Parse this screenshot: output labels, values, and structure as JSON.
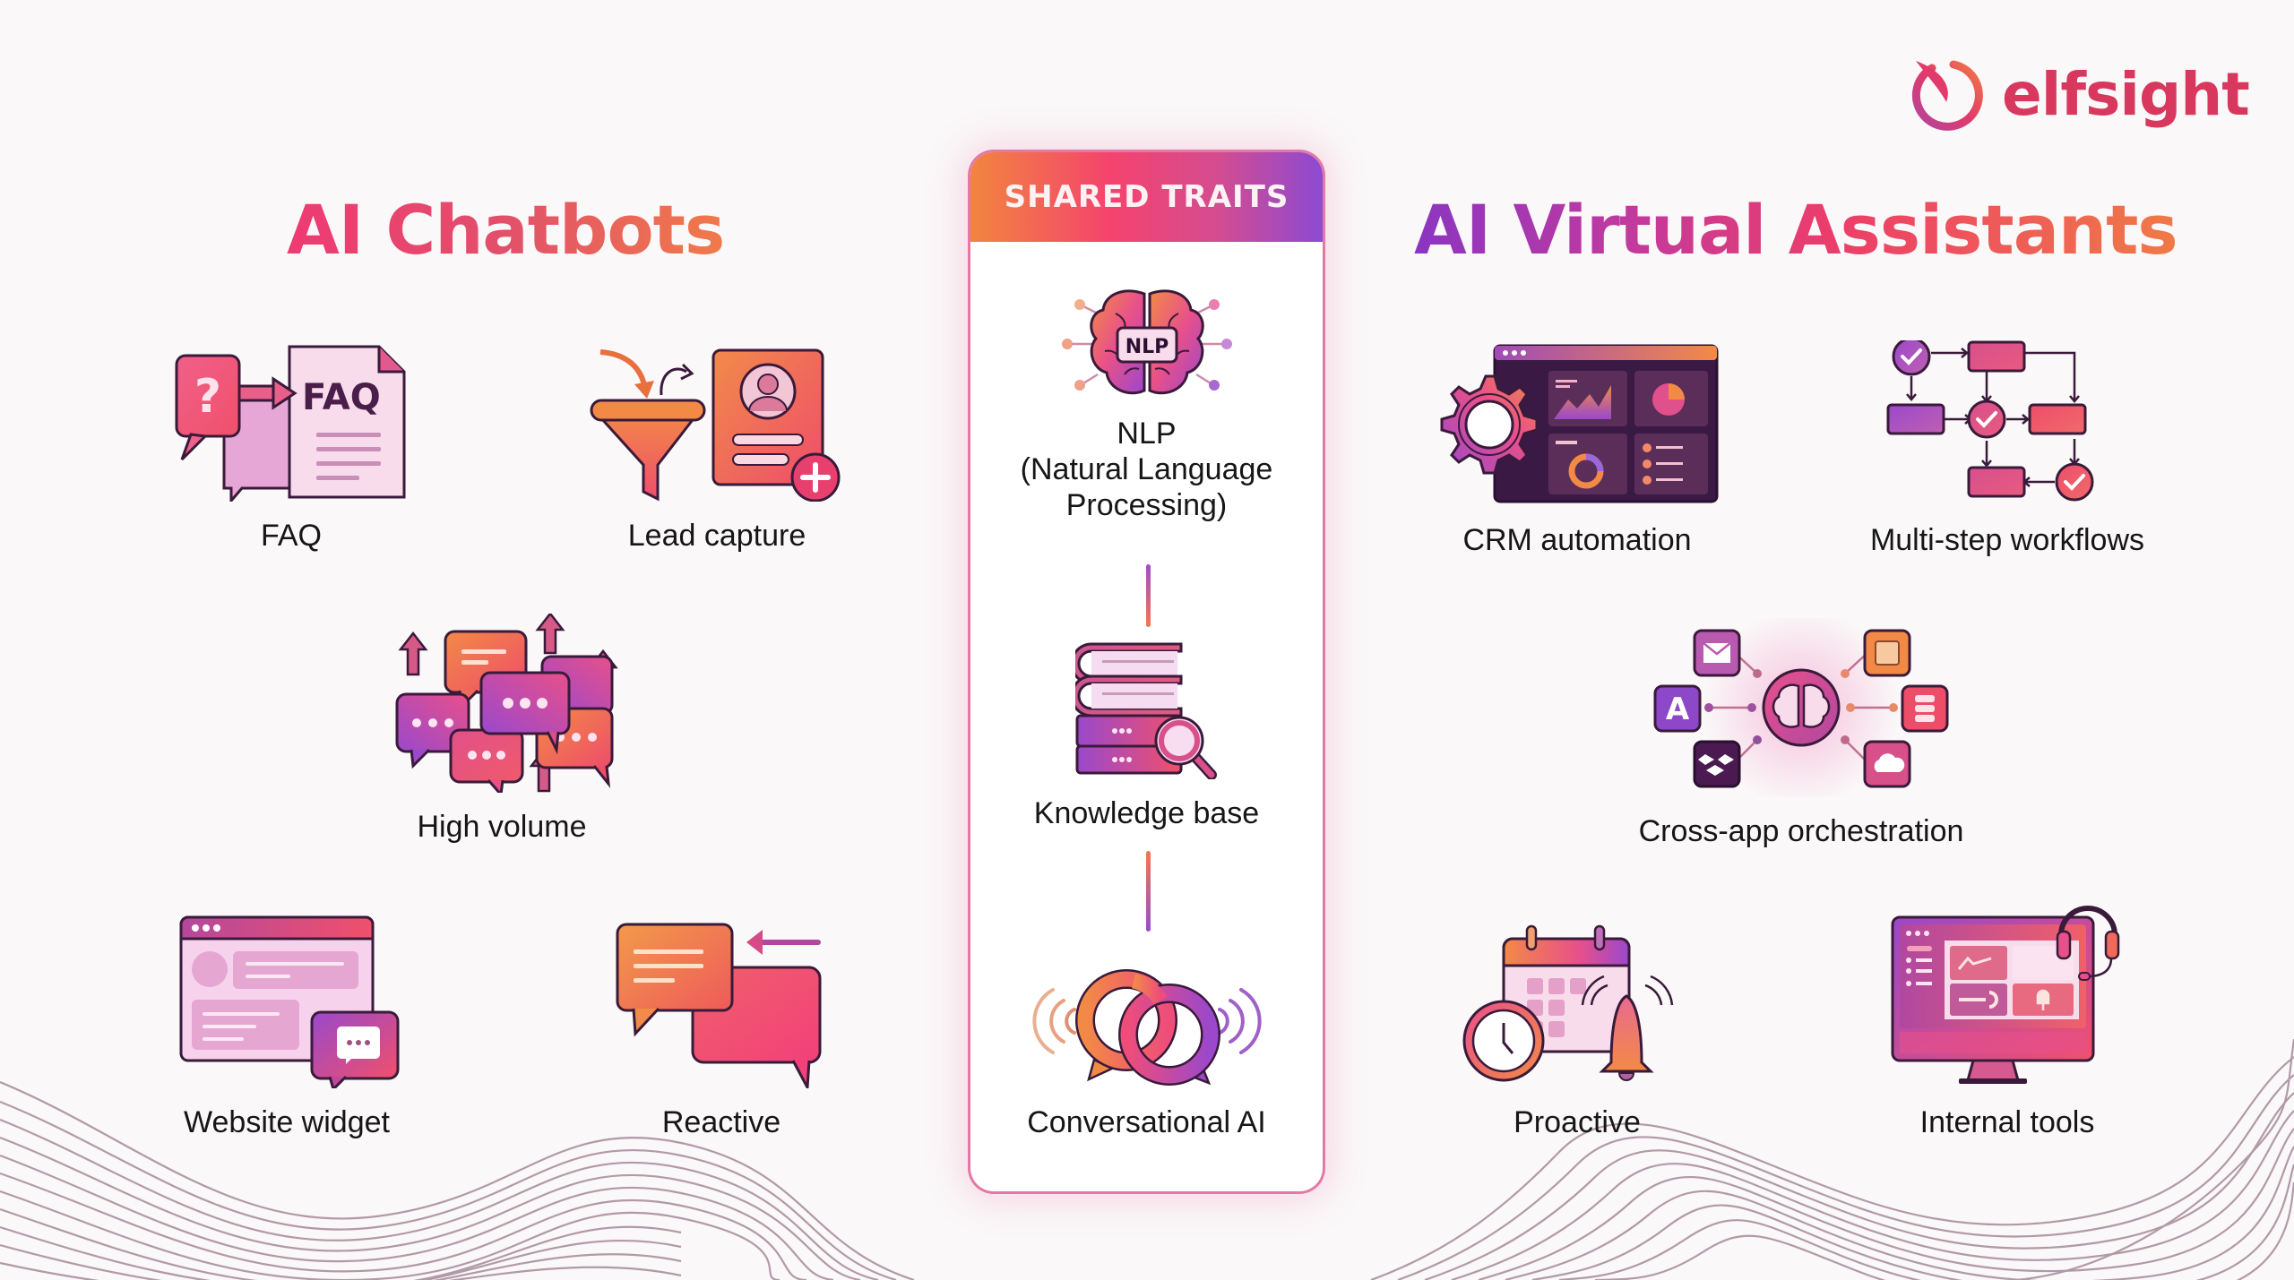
{
  "brand": {
    "name": "elfsight",
    "color": "#d8385e"
  },
  "left_section": {
    "title": "AI Chatbots",
    "items": [
      {
        "label": "FAQ",
        "icon": "faq-icon"
      },
      {
        "label": "Lead capture",
        "icon": "lead-capture-icon"
      },
      {
        "label": "High volume",
        "icon": "high-volume-icon"
      },
      {
        "label": "Website widget",
        "icon": "website-widget-icon"
      },
      {
        "label": "Reactive",
        "icon": "reactive-icon"
      }
    ]
  },
  "shared": {
    "title": "SHARED TRAITS",
    "items": [
      {
        "label": "NLP\n(Natural Language\nProcessing)",
        "line1": "NLP",
        "line2": "(Natural Language",
        "line3": "Processing)",
        "icon": "nlp-brain-icon",
        "badge": "NLP"
      },
      {
        "label": "Knowledge base",
        "icon": "knowledge-base-icon"
      },
      {
        "label": "Conversational AI",
        "icon": "conversational-ai-icon"
      }
    ]
  },
  "right_section": {
    "title": "AI Virtual Assistants",
    "items": [
      {
        "label": "CRM automation",
        "icon": "crm-automation-icon"
      },
      {
        "label": "Multi-step workflows",
        "icon": "workflow-icon"
      },
      {
        "label": "Cross-app orchestration",
        "icon": "cross-app-orchestration-icon",
        "app_letter": "A"
      },
      {
        "label": "Proactive",
        "icon": "proactive-icon"
      },
      {
        "label": "Internal tools",
        "icon": "internal-tools-icon"
      }
    ]
  },
  "colors": {
    "orange": "#f2853f",
    "pink": "#f4436e",
    "magenta": "#d44c8f",
    "purple": "#8c4ad3",
    "dark_purple": "#3a1a45",
    "background": "#faf8f8"
  }
}
